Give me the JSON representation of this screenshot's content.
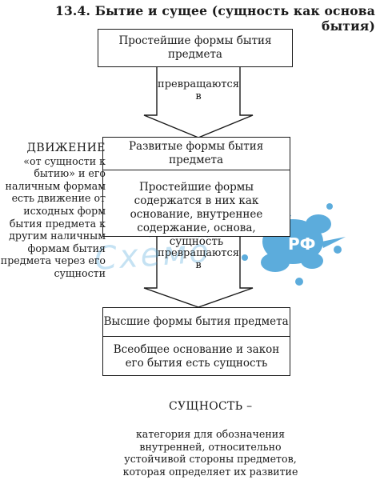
{
  "title": "13.4. Бытие и сущее (сущность как основа бытия)",
  "boxes": {
    "simplest_forms": "Простейшие формы бытия предмета",
    "developed_forms": "Развитые формы бытия  предмета",
    "simplest_contained": "Простейшие формы содержатся в них как основание, внутреннее содержание, основа, сущность",
    "higher_forms": "Высшие формы бытия предмета",
    "universal_basis": "Всеобщее основание и закон его бытия есть сущность"
  },
  "arrows": {
    "first_label": "превращаются в",
    "second_label": "превращаются в"
  },
  "movement": {
    "heading": "ДВИЖЕНИЕ",
    "text": "«от сущности к бытию»  и его наличным формам есть движение от исходных форм бытия предмета к другим наличным формам бытия предмета через его сущности"
  },
  "essence": {
    "term": "СУЩНОСТЬ –",
    "definition": "категория для обозначения внутренней, относительно устойчивой стороны предметов, которая определяет их развитие"
  },
  "watermark": {
    "text": "Схемо",
    "suffix": "РФ",
    "url": "https://схемо.рф"
  },
  "colors": {
    "ink": "#1a1a1a",
    "watermark": "#409ed6"
  }
}
